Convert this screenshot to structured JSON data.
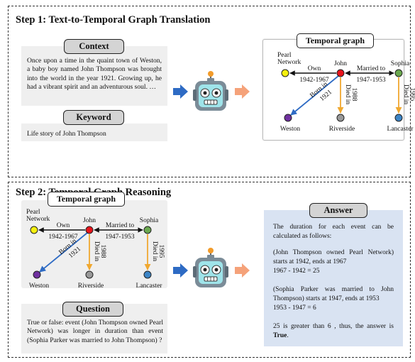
{
  "step1": {
    "title": "Step 1: Text-to-Temporal Graph Translation",
    "context_label": "Context",
    "context_text": "Once upon a time in the quaint town of Weston, a baby boy named John Thompson was brought into the world in the year 1921. Growing up, he had a vibrant spirit and an adventurous soul. …",
    "keyword_label": "Keyword",
    "keyword_text": "Life story of John Thompson",
    "graph_label": "Temporal graph"
  },
  "step2": {
    "title": "Step 2: Temporal Graph Reasoning",
    "graph_label": "Temporal graph",
    "question_label": "Question",
    "question_text": "True or false: event (John Thompson owned Pearl Network) was longer in duration than event (Sophia Parker was married to John Thompson) ?",
    "answer_label": "Answer",
    "answer_lines": {
      "l1": "The duration for each event can be calculated as follows:",
      "l2": "(John Thompson owned Pearl Network) starts at 1942, ends at 1967",
      "l3": "1967 - 1942 = 25",
      "l4": "(Sophia Parker was married to John Thompson) starts at 1947, ends at 1953",
      "l5": "1953 - 1947 = 6",
      "l6_pre": "25 is greater than 6 , thus, the answer is ",
      "l6_bold": "True",
      "l6_post": "."
    }
  },
  "graph": {
    "nodes": {
      "john": {
        "label": "John",
        "color": "#e8141b"
      },
      "pearl": {
        "label": "Pearl\nNetwork",
        "color": "#f5f00e"
      },
      "sophia": {
        "label": "Sophia",
        "color": "#6aa84f"
      },
      "weston": {
        "label": "Weston",
        "color": "#7030a0"
      },
      "riverside": {
        "label": "Riverside",
        "color": "#999999"
      },
      "lancaster": {
        "label": "Lancaster",
        "color": "#3d85c6"
      }
    },
    "edges": {
      "own": {
        "label": "Own",
        "time": "1942-1967"
      },
      "married": {
        "label": "Married to",
        "time": "1947-1953"
      },
      "born": {
        "label": "Born in",
        "time": "1921"
      },
      "died_john": {
        "label": "Died in",
        "time": "1988"
      },
      "died_sophia": {
        "label": "Died in",
        "time": "1995"
      }
    },
    "colors": {
      "black": "#111111",
      "orange": "#f0a830",
      "blue": "#2e6bc4"
    }
  },
  "icons": {
    "robot": "robot-icon",
    "arrow_in": "blue-arrow-icon",
    "arrow_out": "orange-arrow-icon"
  },
  "colors": {
    "panel": "#efefef",
    "answer_bg": "#d9e3f2",
    "pill": "#d4d4d4",
    "arrow_blue": "#2e6bc4",
    "arrow_orange": "#f5a27a"
  }
}
